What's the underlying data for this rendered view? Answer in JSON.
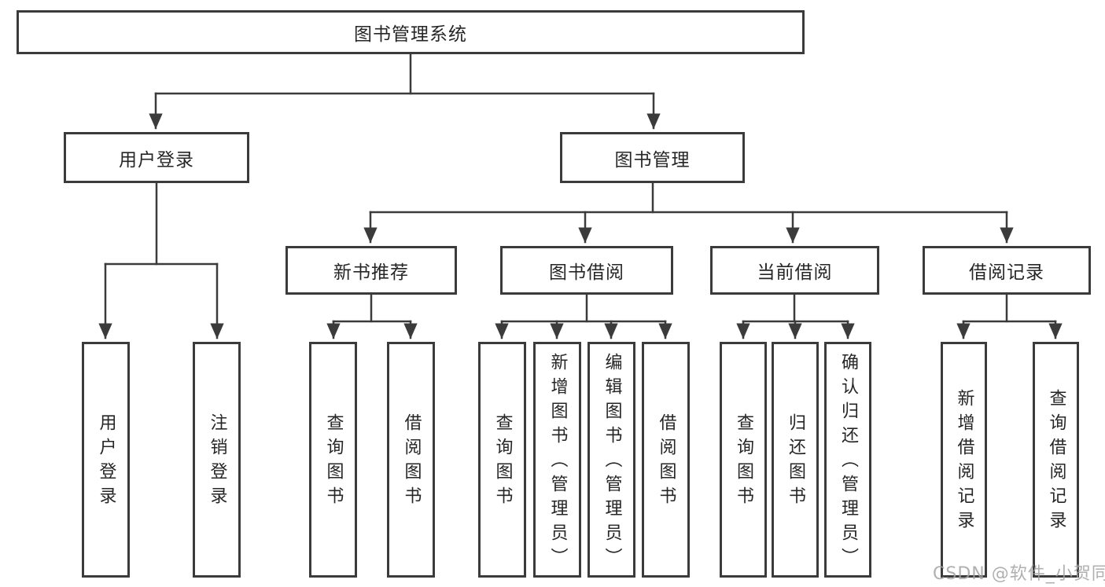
{
  "diagram": {
    "title_node": {
      "label": "图书管理系统"
    },
    "level2": [
      {
        "label": "用户登录"
      },
      {
        "label": "图书管理"
      }
    ],
    "level3": [
      {
        "label": "新书推荐"
      },
      {
        "label": "图书借阅"
      },
      {
        "label": "当前借阅"
      },
      {
        "label": "借阅记录"
      }
    ],
    "leaves": [
      {
        "label": "用户登录",
        "parent": "用户登录"
      },
      {
        "label": "注销登录",
        "parent": "用户登录"
      },
      {
        "label": "查询图书",
        "parent": "新书推荐"
      },
      {
        "label": "借阅图书",
        "parent": "新书推荐"
      },
      {
        "label": "查询图书",
        "parent": "图书借阅"
      },
      {
        "label": "新增图书（管理员）",
        "parent": "图书借阅"
      },
      {
        "label": "编辑图书（管理员）",
        "parent": "图书借阅"
      },
      {
        "label": "借阅图书",
        "parent": "图书借阅"
      },
      {
        "label": "查询图书",
        "parent": "当前借阅"
      },
      {
        "label": "归还图书",
        "parent": "当前借阅"
      },
      {
        "label": "确认归还（管理员）",
        "parent": "当前借阅"
      },
      {
        "label": "新增借阅记录",
        "parent": "借阅记录"
      },
      {
        "label": "查询借阅记录",
        "parent": "借阅记录"
      }
    ],
    "watermark": "CSDN @软件_小贺同学",
    "colors": {
      "line": "#3b3b3b",
      "text": "#262626",
      "watermark": "#a3a3a3",
      "background": "#ffffff"
    }
  }
}
